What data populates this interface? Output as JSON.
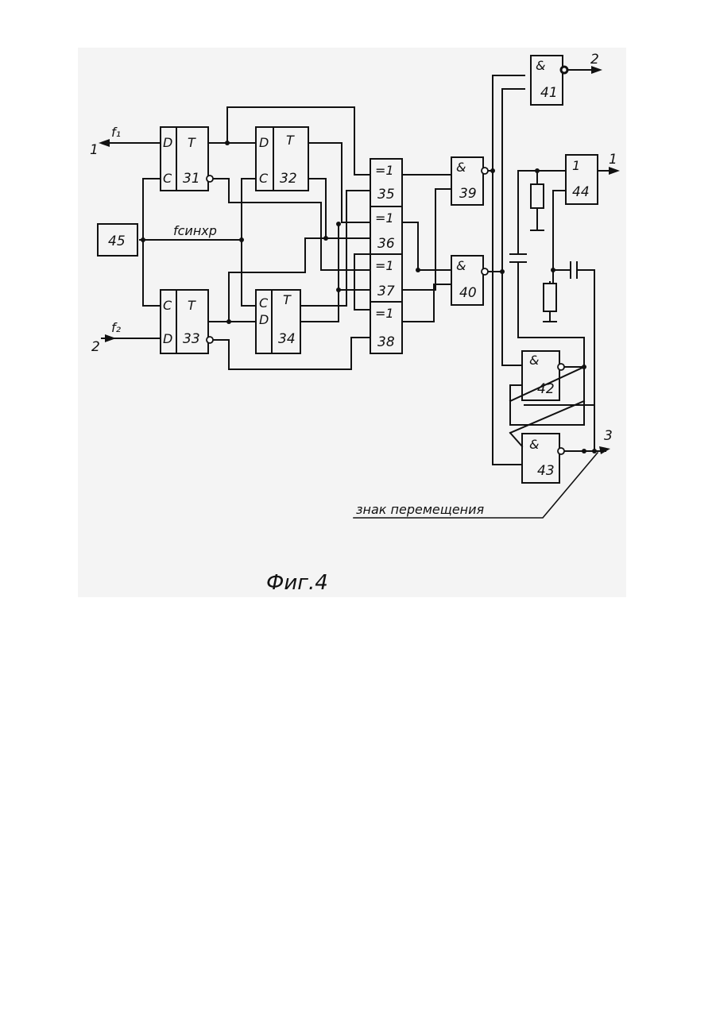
{
  "figure": {
    "caption": "Фиг.4",
    "note": "знак перемещения"
  },
  "ports": {
    "in_f1": "1",
    "in_f2": "2",
    "out_41": "2",
    "out_44": "1",
    "out_3": "3"
  },
  "signals": {
    "f1": "f₁",
    "f2": "f₂",
    "fsync": "fсинхр"
  },
  "blocks": {
    "b31": {
      "id": "31",
      "left": "D",
      "left2": "C",
      "type": "T"
    },
    "b32": {
      "id": "32",
      "left": "D",
      "left2": "C",
      "type": "T"
    },
    "b33": {
      "id": "33",
      "left": "C",
      "left2": "D",
      "type": "T"
    },
    "b34": {
      "id": "34",
      "left": "C",
      "left2": "D",
      "type": "T"
    },
    "b35": {
      "id": "35",
      "type": "=1"
    },
    "b36": {
      "id": "36",
      "type": "=1"
    },
    "b37": {
      "id": "37",
      "type": "=1"
    },
    "b38": {
      "id": "38",
      "type": "=1"
    },
    "b39": {
      "id": "39",
      "type": "&"
    },
    "b40": {
      "id": "40",
      "type": "&"
    },
    "b41": {
      "id": "41",
      "type": "&"
    },
    "b42": {
      "id": "42",
      "type": "&"
    },
    "b43": {
      "id": "43",
      "type": "&"
    },
    "b44": {
      "id": "44",
      "type": "1"
    },
    "b45": {
      "id": "45"
    }
  }
}
